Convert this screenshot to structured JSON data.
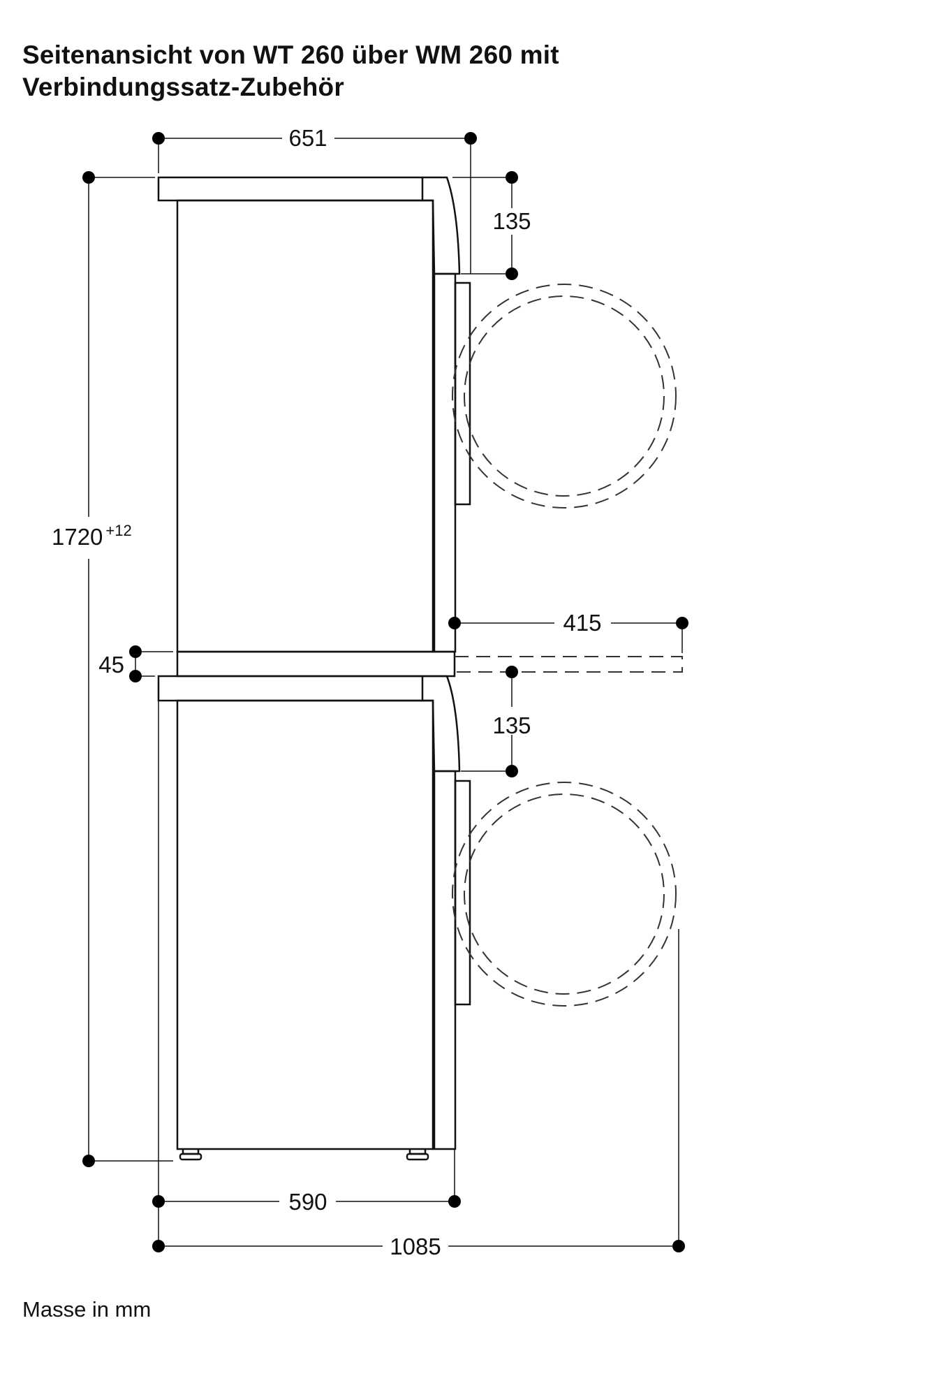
{
  "title": {
    "line1": "Seitenansicht von WT 260 über WM 260 mit",
    "line2": "Verbindungssatz-Zubehör"
  },
  "dimensions": {
    "top_depth": "651",
    "upper_door_offset": "135",
    "lower_door_offset": "135",
    "total_height": "1720",
    "total_height_tolerance": "+12",
    "connector_height": "45",
    "shelf_extension": "415",
    "body_depth": "590",
    "total_depth_door_open": "1085"
  },
  "footnote": "Masse in mm"
}
